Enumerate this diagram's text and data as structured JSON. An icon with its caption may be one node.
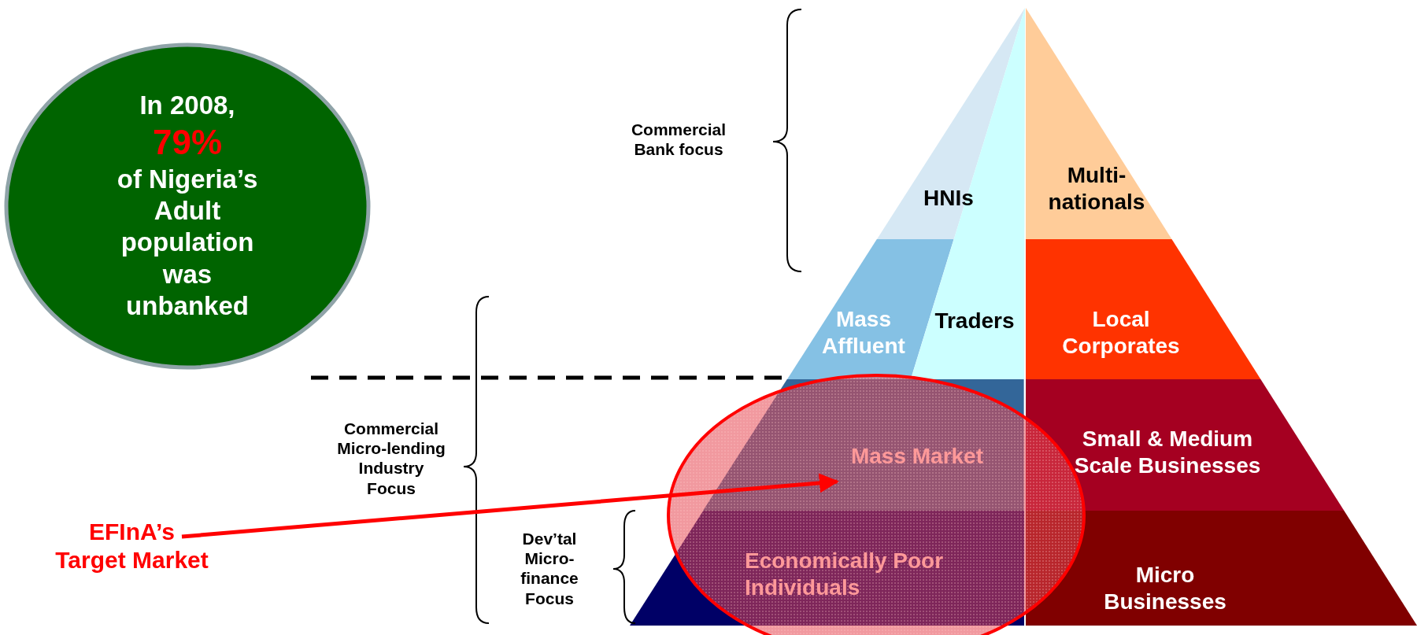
{
  "diagram": {
    "nodes": [
      {
        "text": [
          "In 2008,",
          "79%",
          "of Nigeria’s Adult population was unbanked"
        ]
      },
      {
        "text": [
          "HNIs"
        ]
      },
      {
        "text": [
          "Multi- nationals"
        ]
      },
      {
        "text": [
          "Mass Affluent"
        ]
      },
      {
        "text": [
          "Traders"
        ]
      },
      {
        "text": [
          "Local Corporates"
        ]
      },
      {
        "text": [
          "Mass Market"
        ]
      },
      {
        "text": [
          "Small & Medium Scale Businesses"
        ]
      },
      {
        "text": [
          "Economically Poor Individuals"
        ]
      },
      {
        "text": [
          "Micro Businesses"
        ]
      },
      {
        "text": [
          "EFInA’s Target Market"
        ]
      }
    ],
    "edges": [
      {
        "from": 10,
        "to": 6,
        "arrow": "to",
        "color": "#ff0000"
      }
    ],
    "labels": [
      "Commercial Bank focus",
      "Commercial Micro-lending Industry Focus",
      "Dev’tal Micro-finance Focus"
    ]
  }
}
